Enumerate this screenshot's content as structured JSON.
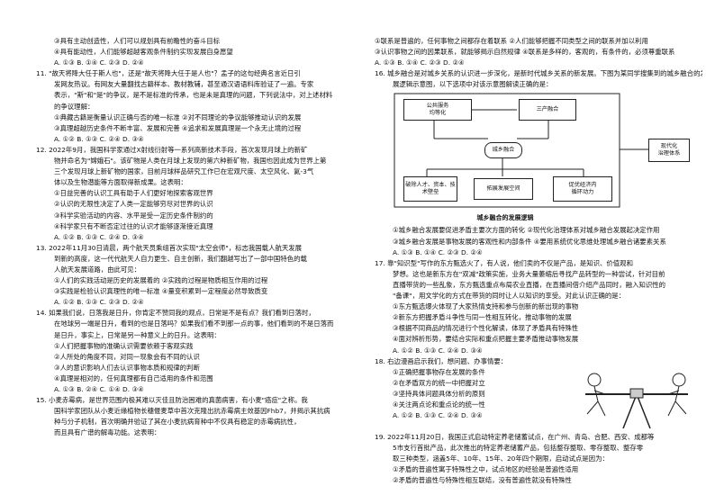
{
  "left": {
    "lines": [
      {
        "t": "③具有主动创造性，人们可以规划具有前瞻性的奋斗目标",
        "c": "ind"
      },
      {
        "t": "④具有能动性，人们能够超越客观条件制约实现发展自身愿望",
        "c": "ind"
      },
      {
        "t": "A. ①③        B. ①④        C. ②③        D. ②④",
        "c": "ind"
      },
      {
        "t": "11. \"故天将降大任于斯人也\"，还是\"故天将降大任于是人也\"？孟子的这句经典名言近日引",
        "c": ""
      },
      {
        "t": "发网友热议。有网友大量翻找古籍样本、教材教辅，甚至通汉语语料库验证了一遍。专家",
        "c": "ind"
      },
      {
        "t": "表示，\"斯\"和\"是\"的争议，是不是标准的传承，也是未是真理的问题，下列说法中，对上述材料",
        "c": "ind"
      },
      {
        "t": "的争议理解：",
        "c": "ind"
      },
      {
        "t": "①典藏古籍是衡量认识正确与否的唯一标准    ②对不同理论的争议能够推动认识的发展",
        "c": "ind"
      },
      {
        "t": "③真理超越历史条件不断丰富、发展和完善      ④追求和发展真理是一个永无止境的过程",
        "c": "ind"
      },
      {
        "t": "A. ①②        B. ①③        C. ②④        D. ③④",
        "c": "ind"
      },
      {
        "t": "12. 2022年9月，我国科学家通过X射线衍射等一系列高新技术手段，首次发现月球上的新矿",
        "c": ""
      },
      {
        "t": "物并命名为\"嫦娥石\"。该矿物是人类在月球上发现的第六种新矿物，我国也因此成为世界上第",
        "c": "ind"
      },
      {
        "t": "三个发现月球上新矿物的国家，目前月球样品研究工作已在宏观尺度、太空风化、氦-3气",
        "c": "ind"
      },
      {
        "t": "体以及生物潜能等方面取得新成果。这表明：",
        "c": "ind"
      },
      {
        "t": "①日益完善的认识工具有助于人们更好地探索客观世界",
        "c": "ind"
      },
      {
        "t": "②认识的无限性决定了人类一定能够穷尽对世界的认识",
        "c": "ind"
      },
      {
        "t": "③科学实验活动的内容、水平是受一定历史条件制约的",
        "c": "ind"
      },
      {
        "t": "④科学家只有不断否定过往的认识才能够逐渐接近真理",
        "c": "ind"
      },
      {
        "t": "A. ①②        B. ①③        C. ②④        D. ③④",
        "c": "ind"
      },
      {
        "t": "13. 2022年11月30日清晨，两个航天员乘组首次实现\"太空会师\"，标志我国载人航天发展",
        "c": ""
      },
      {
        "t": "到新的高度，这一代代航天人自力更生、自主创新，我们翻越写出了一部中国特色的载",
        "c": "ind"
      },
      {
        "t": "人航天发展道路，由此可见：",
        "c": "ind"
      },
      {
        "t": "①人们的实践活动是历史的发展着的            ②实践的过程是物质相互作用的过程",
        "c": "ind"
      },
      {
        "t": "③实践是检验认识真理性的唯一标准            ④量变积累到一定程度必然导致质变",
        "c": "ind"
      },
      {
        "t": "A. ①②        B. ①③        C. ②③        D. ②④",
        "c": "ind"
      },
      {
        "t": "14. 如果我们说，日落我是日升，你肯定不赞同我的观点，日常是不是有点？我们看到日落时，",
        "c": ""
      },
      {
        "t": "在地球另一端是日升，看到的也是日落吗？如果我们看不到那一点的事，他们看到的不是日落而",
        "c": "ind"
      },
      {
        "t": "是日升，事实上，日常是另一种意义上的日升。这表明：",
        "c": "ind"
      },
      {
        "t": "①人们把握事物的准确认识需要依赖于客观实践",
        "c": "ind"
      },
      {
        "t": "②人所处的角度不同，对同一现象会有不同的认识",
        "c": "ind"
      },
      {
        "t": "③人的意识影响人们去认识事物本质和规律的判断",
        "c": "ind"
      },
      {
        "t": "④真理是相对的，任何真理都有自己适用的条件和范围",
        "c": "ind"
      },
      {
        "t": "A. ①③        B. ②④        C. ①④        D. ③④",
        "c": "ind"
      },
      {
        "t": "15. 小麦赤霉病，是世界范围内极其难以灭佳且防治困难的真菌病害，有小麦\"癌症\"之称。我",
        "c": ""
      },
      {
        "t": "国科学家团队从小麦近缘植物长穗偃麦草中首次克隆出抗赤霉病主效基因Fhb7，并揭示其抗病",
        "c": "ind"
      },
      {
        "t": "种与分子机制，首次明确并验证了其在小麦抗病育种中不仅具有稳定的赤霉病抗性，",
        "c": "ind"
      },
      {
        "t": "而且具有广谱的解毒功能。这表明：",
        "c": "ind"
      }
    ]
  },
  "right": {
    "top": [
      {
        "t": "①联系是普遍的，任何事物之间都存在着联系       ②人们能够把握不同类型之间的联系并加以利用",
        "c": ""
      },
      {
        "t": "③认识事物之间的因果联系，就能够揭示自然规律    ④联系是多样的，客观的，有条件的，必须尊重联系",
        "c": ""
      },
      {
        "t": "A. ①③        B. ①④        C. ②③        D. ②④",
        "c": ""
      },
      {
        "t": "16. 城乡融合是对城乡关系的认识进一步深化，是新时代城乡关系的新发展。下图为某同学搜集到的城乡融合的发",
        "c": ""
      },
      {
        "t": "展逻辑示意图，以下选项中对该示意图解读正确的是：",
        "c": "ind"
      }
    ],
    "figure": {
      "caption": "城乡融合的发展逻辑",
      "boxes": {
        "public": "公共服务\n均等化",
        "industry": "三产融合",
        "center": "城乡融合",
        "modern": "现代化\n治理体系",
        "talent": "破除人才、资本、技术壁垒",
        "space": "拓展发展空间",
        "cycle": "促优经济内\n循环动力"
      }
    },
    "bottom": [
      {
        "t": "①城乡融合发展要促进矛盾主要次方面的转化         ②现代化治理体系对城乡融合发展起决定作用",
        "c": "ind"
      },
      {
        "t": "③城乡融合发展是事物发展的客观性和内部条件         ④要用系统优化思维处理城乡融合诸要素关系",
        "c": "ind"
      },
      {
        "t": "A. ①③        B. ①④        C. ②③        D. ②④",
        "c": "ind"
      },
      {
        "t": "17. 靠\"知识型\"写作的东方甄选火了，有人说，他们卖的不仅是产品，是知识、价值观和",
        "c": ""
      },
      {
        "t": "梦想。这也是新东方在\"双减\"政策实施，业务大量萎缩后寻找产品转型的一种尝试，针对目前",
        "c": "ind"
      },
      {
        "t": "直播带货的一些乱象，东方甄选重点布局农业直播，在直播间借介绍产品同时，融入知识性的",
        "c": "ind"
      },
      {
        "t": "\"备课\"，用文学化的方式在带货的同时让人以知识的享受。对此认识正确的是：",
        "c": "ind"
      },
      {
        "t": "①东方甄选爆火体现了大家热情支持和参与创新的新出现的事物",
        "c": "ind"
      },
      {
        "t": "②新东方把握矛盾斗争性与同一性相互转化，推动事物的发展",
        "c": "ind"
      },
      {
        "t": "③根据不同商品的情况进行个性化解读，体现了矛盾具有特殊性",
        "c": "ind"
      },
      {
        "t": "④面对辨析形势，要结合实际和重点把握主要矛盾推动事物发展",
        "c": "ind"
      },
      {
        "t": "A. ①②        B. ①③        C. ②④        D. ③④",
        "c": "ind"
      }
    ],
    "q18": [
      {
        "t": "18. 右边漫画启示我们，想问题、办事情要：",
        "c": ""
      },
      {
        "t": "①正确把握事物存在发展的条件",
        "c": "ind"
      },
      {
        "t": "②在矛盾双方的统一中把握对立",
        "c": "ind"
      },
      {
        "t": "③坚持具体问题具体分析的原则",
        "c": "ind"
      },
      {
        "t": "④关注两点论和重点论的统一性",
        "c": "ind"
      },
      {
        "t": "A. ①②    B. ①③    C. ②④    D. ③④",
        "c": "ind"
      }
    ],
    "q19": [
      {
        "t": "19. 2022年11月20日，我国正式启动特定养老储蓄试点，在广州、青岛、合肥、西安、成都等",
        "c": ""
      },
      {
        "t": "5市支行首批产品，此次推出的特定养老储蓄产品，包括整存整取、零存整取、整存零",
        "c": "ind"
      },
      {
        "t": "取三种类型，涵盖5年、10年、15年、20年四个期限，启动试点是因为：",
        "c": "ind"
      },
      {
        "t": "①矛盾的普遍性寓于特殊性之中，试点地区的经验是普遍性适用",
        "c": "ind"
      },
      {
        "t": "②矛盾的普遍性与特殊性相互联结，没有普遍性就没有特殊性",
        "c": "ind"
      }
    ]
  }
}
